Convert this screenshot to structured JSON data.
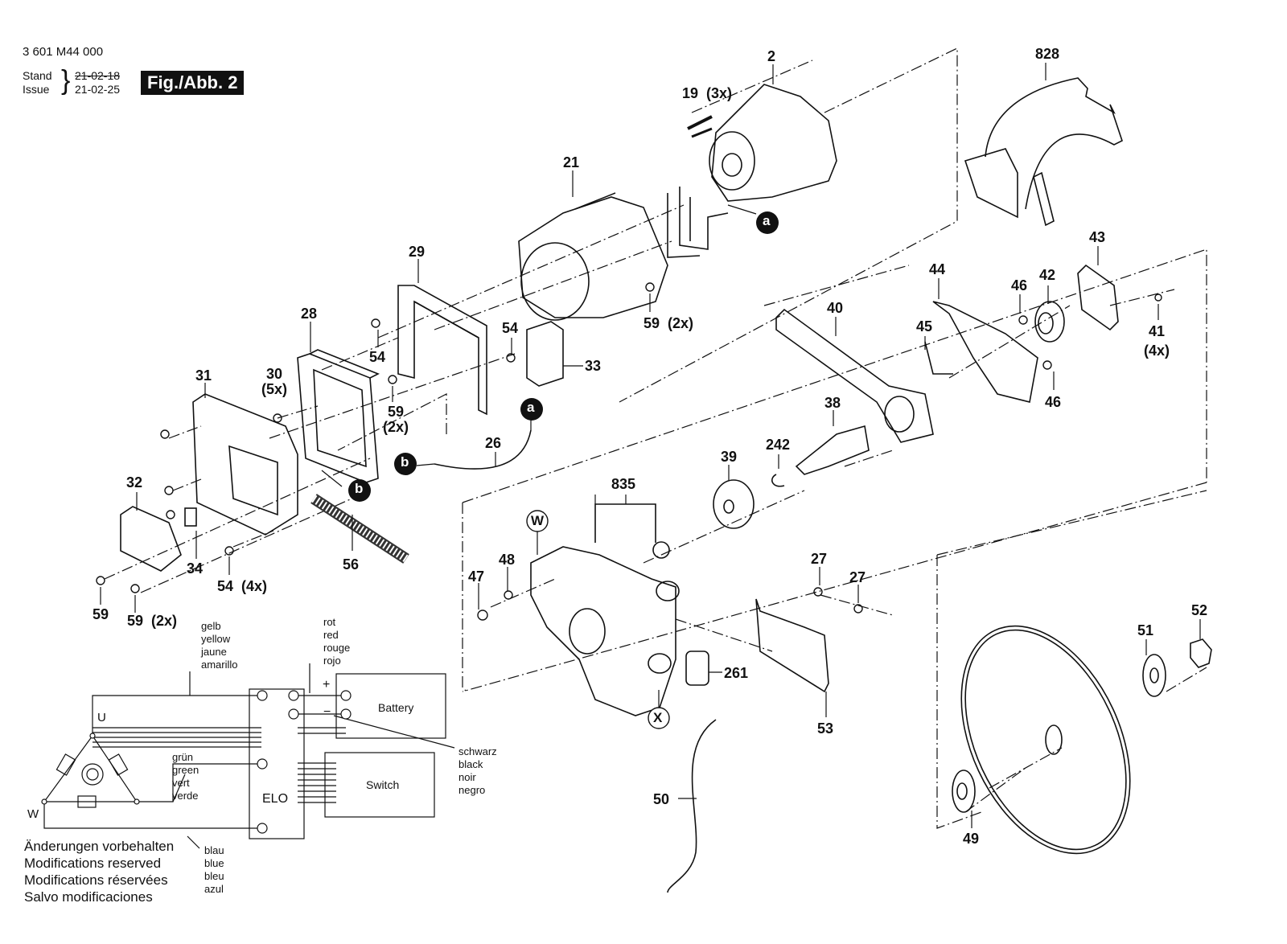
{
  "header": {
    "part_number": "3 601 M44 000",
    "stand_label": "Stand",
    "issue_label": "Issue",
    "old_date": "21-02-18",
    "new_date": "21-02-25",
    "figure_label": "Fig./Abb. 2"
  },
  "callouts": [
    {
      "id": "2",
      "text": "2"
    },
    {
      "id": "19",
      "text": "19  (3x)"
    },
    {
      "id": "828",
      "text": "828"
    },
    {
      "id": "21",
      "text": "21"
    },
    {
      "id": "29",
      "text": "29"
    },
    {
      "id": "28",
      "text": "28"
    },
    {
      "id": "31",
      "text": "31"
    },
    {
      "id": "30",
      "text": "30\n(5x)"
    },
    {
      "id": "54a",
      "text": "54"
    },
    {
      "id": "54b",
      "text": "54"
    },
    {
      "id": "59a",
      "text": "59  (2x)"
    },
    {
      "id": "33",
      "text": "33"
    },
    {
      "id": "59b",
      "text": "59\n(2x)"
    },
    {
      "id": "26",
      "text": "26"
    },
    {
      "id": "32",
      "text": "32"
    },
    {
      "id": "34",
      "text": "34"
    },
    {
      "id": "56",
      "text": "56"
    },
    {
      "id": "54c",
      "text": "54  (4x)"
    },
    {
      "id": "59c",
      "text": "59"
    },
    {
      "id": "59d",
      "text": "59  (2x)"
    },
    {
      "id": "43",
      "text": "43"
    },
    {
      "id": "44",
      "text": "44"
    },
    {
      "id": "46a",
      "text": "46"
    },
    {
      "id": "42",
      "text": "42"
    },
    {
      "id": "40",
      "text": "40"
    },
    {
      "id": "45",
      "text": "45"
    },
    {
      "id": "41",
      "text": "41\n(4x)"
    },
    {
      "id": "46b",
      "text": "46"
    },
    {
      "id": "38",
      "text": "38"
    },
    {
      "id": "39",
      "text": "39"
    },
    {
      "id": "242",
      "text": "242"
    },
    {
      "id": "835",
      "text": "835"
    },
    {
      "id": "47",
      "text": "47"
    },
    {
      "id": "48",
      "text": "48"
    },
    {
      "id": "27a",
      "text": "27"
    },
    {
      "id": "27b",
      "text": "27"
    },
    {
      "id": "261",
      "text": "261"
    },
    {
      "id": "53",
      "text": "53"
    },
    {
      "id": "50",
      "text": "50"
    },
    {
      "id": "52",
      "text": "52"
    },
    {
      "id": "51",
      "text": "51"
    },
    {
      "id": "49",
      "text": "49"
    }
  ],
  "connectors": {
    "a": "a",
    "b": "b",
    "W": "W",
    "X": "X"
  },
  "wiring": {
    "yellow": [
      "gelb",
      "yellow",
      "jaune",
      "amarillo"
    ],
    "red": [
      "rot",
      "red",
      "rouge",
      "rojo"
    ],
    "green": [
      "grün",
      "green",
      "vert",
      "verde"
    ],
    "black": [
      "schwarz",
      "black",
      "noir",
      "negro"
    ],
    "blue": [
      "blau",
      "blue",
      "bleu",
      "azul"
    ],
    "terminal_u": "U",
    "terminal_w": "W",
    "elo_label": "ELO",
    "battery_label": "Battery",
    "switch_label": "Switch",
    "plus": "+",
    "minus": "−"
  },
  "notice": [
    "Änderungen vorbehalten",
    "Modifications reserved",
    "Modifications réservées",
    "Salvo modificaciones"
  ]
}
